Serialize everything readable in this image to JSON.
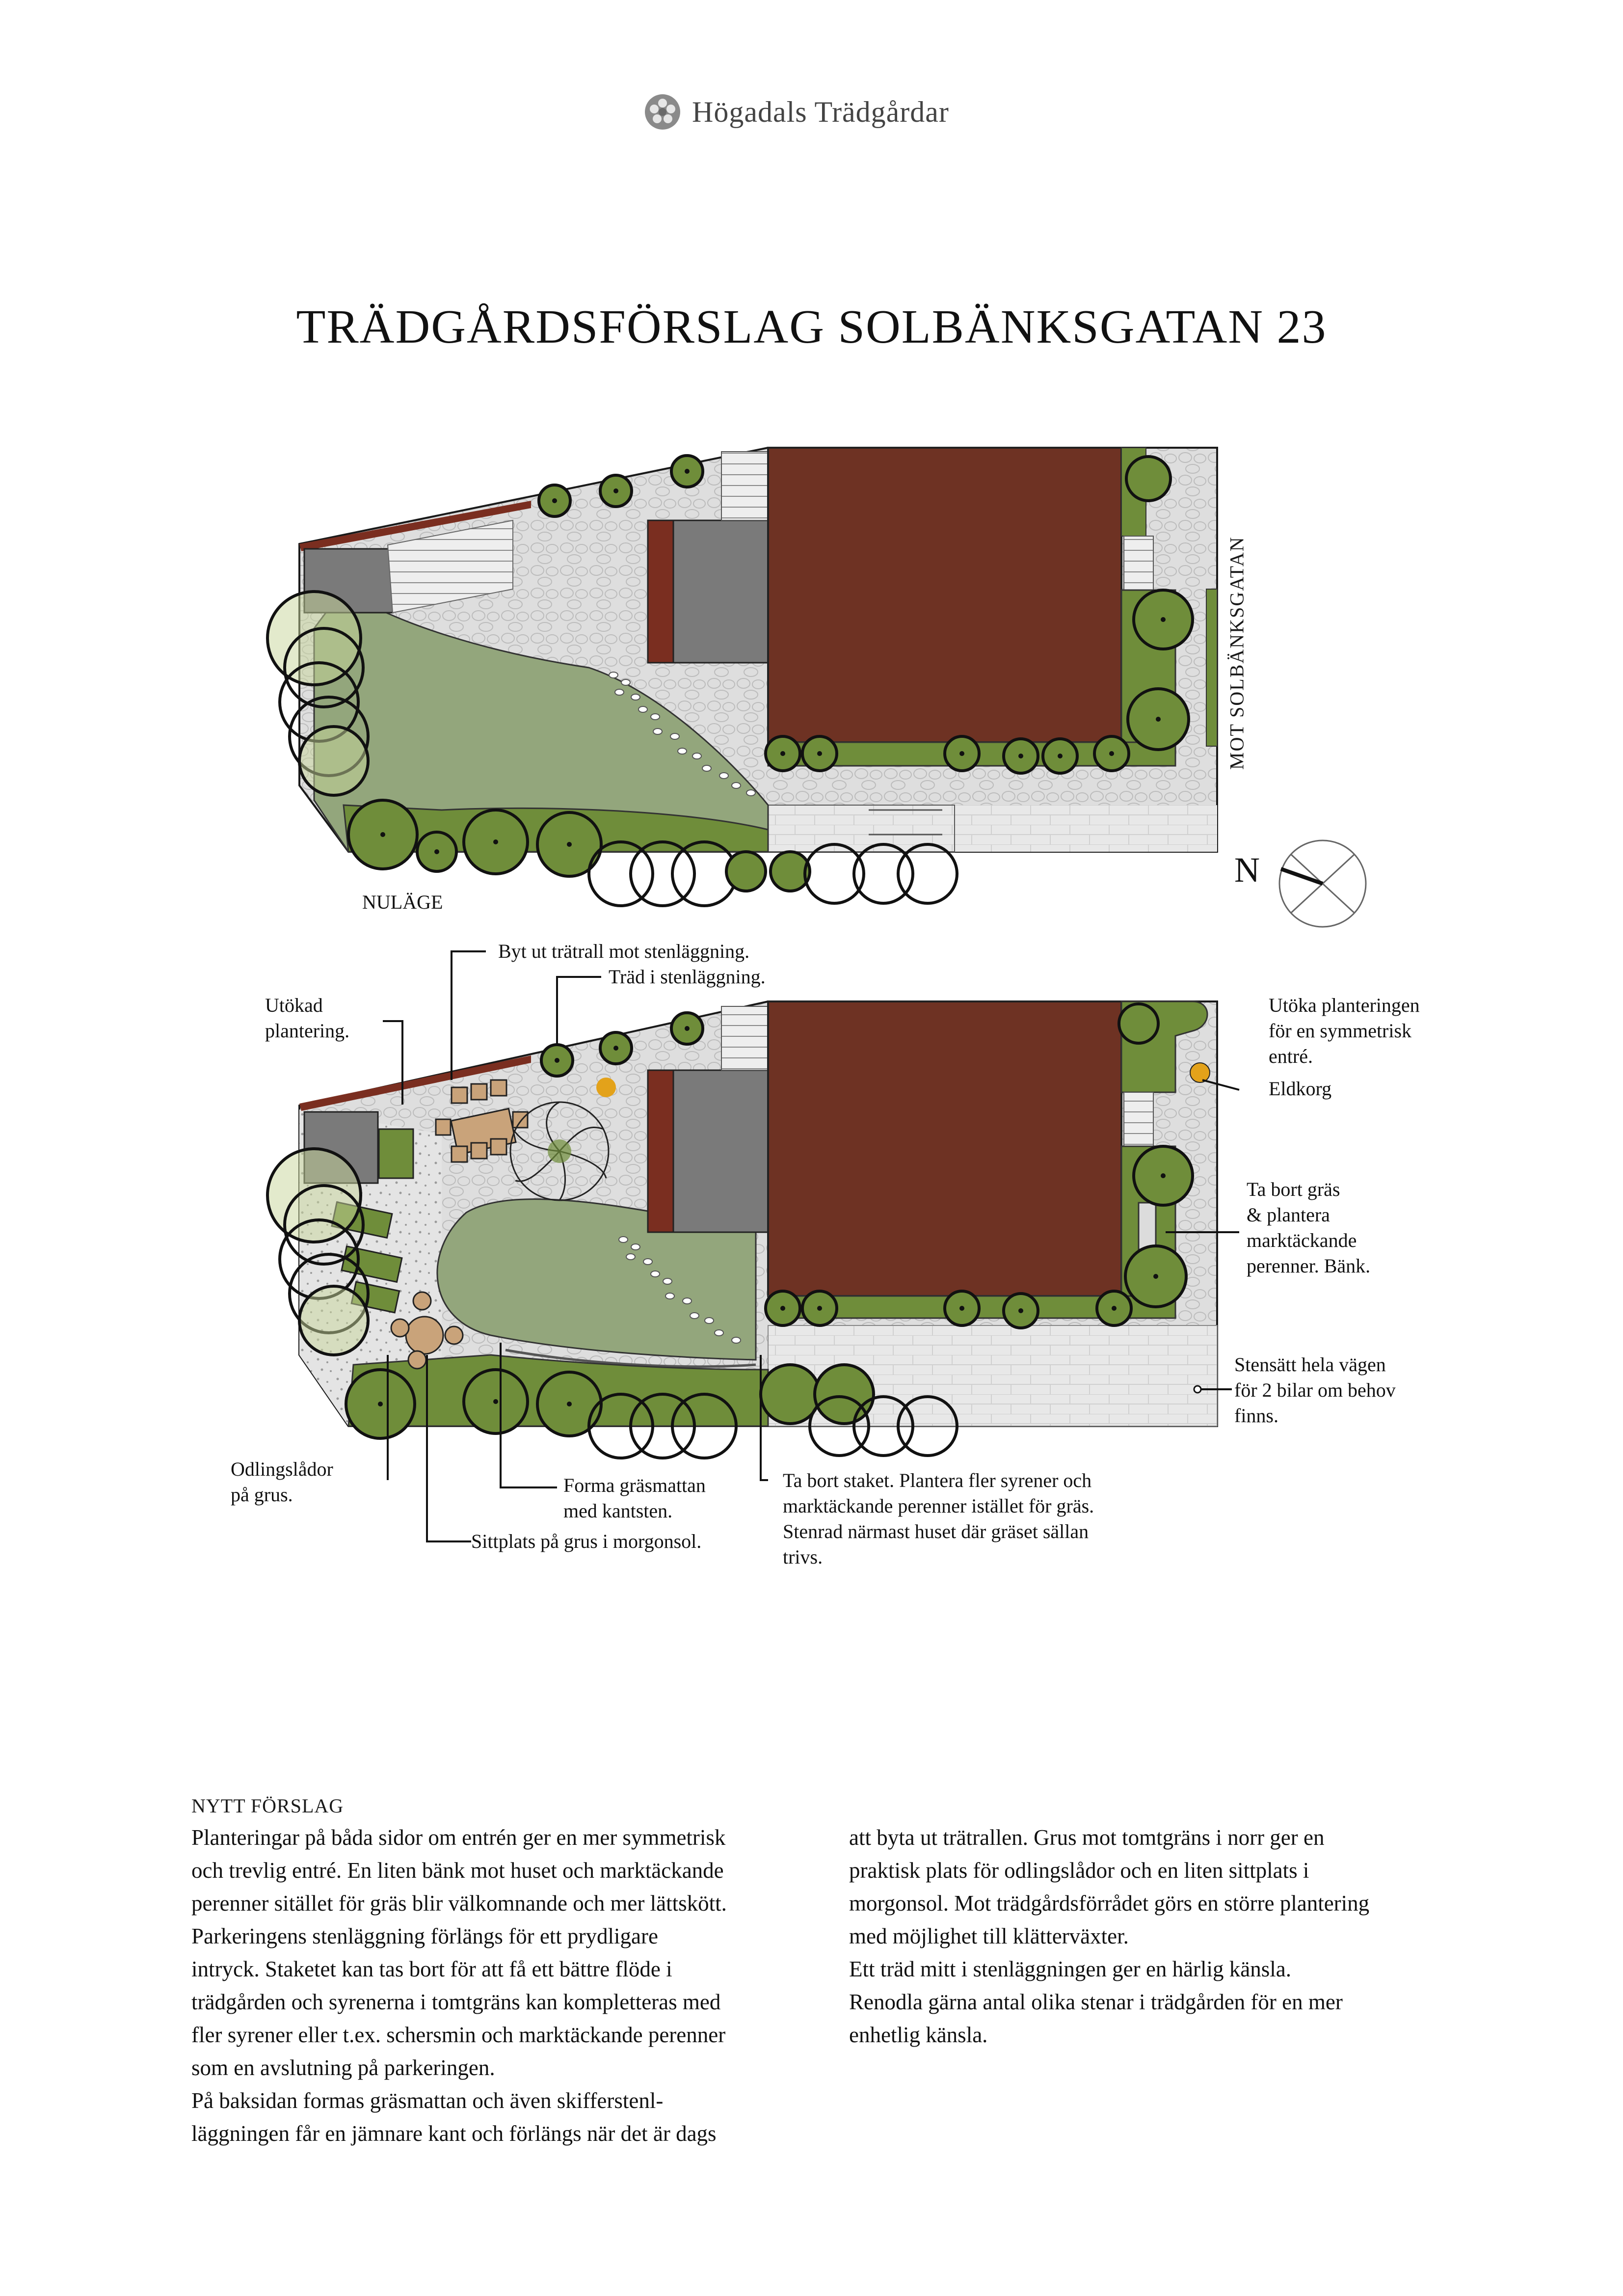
{
  "brand": {
    "name": "Högadals Trädgårdar",
    "icon": "flower-logo-icon"
  },
  "title": "TRÄDGÅRDSFÖRSLAG SOLBÄNKSGATAN 23",
  "plan_current": {
    "caption": "NULÄGE",
    "street_label": "MOT SOLBÄNKSGATAN",
    "compass": "N"
  },
  "plan_proposal": {
    "annotations": {
      "replace_deck": "Byt ut trätrall mot stenläggning.",
      "tree_paving": "Träd i stenläggning.",
      "extended_1": "Utökad",
      "extended_2": "plantering.",
      "entrance_1": "Utöka planteringen",
      "entrance_2": "för en symmetrisk",
      "entrance_3": "entré.",
      "fire_basket": "Eldkorg",
      "remove_grass_1": "Ta bort gräs",
      "remove_grass_2": "& plantera",
      "remove_grass_3": "marktäckande",
      "remove_grass_4": "perenner. Bänk.",
      "paving_1": "Stensätt hela vägen",
      "paving_2": "för 2 bilar om behov",
      "paving_3": "finns.",
      "boxes_1": "Odlingslådor",
      "boxes_2": "på grus.",
      "lawn_1": "Forma gräsmattan",
      "lawn_2": "med kantsten.",
      "seating": "Sittplats på grus i morgonsol.",
      "fence_1": "Ta bort staket. Plantera fler syrener och",
      "fence_2": "marktäckande perenner istället för gräs.",
      "fence_3": "Stenrad närmast huset där gräset sällan",
      "fence_4": "trivs."
    }
  },
  "description": {
    "heading": "NYTT FÖRSLAG",
    "left_lines": [
      "Planteringar på båda sidor om entrén ger en mer symmetrisk",
      "och trevlig entré. En liten bänk mot huset och marktäckande",
      "perenner sitället för gräs blir välkomnande och mer lättskött.",
      "Parkeringens stenläggning förlängs för ett prydligare",
      "intryck. Staketet kan tas bort för att få ett bättre flöde i",
      "trädgården och syrenerna i tomtgräns kan kompletteras med",
      "fler syrener eller t.ex. schersmin och marktäckande perenner",
      "som en avslutning på parkeringen.",
      "På baksidan formas gräsmattan och även skifferstenl-",
      "läggningen får en jämnare kant och förlängs när det är dags"
    ],
    "right_lines": [
      "att byta ut trätrallen. Grus mot tomtgräns i norr ger en",
      "praktisk plats för odlingslådor och en liten sittplats i",
      "morgonsol. Mot trädgårdsförrådet görs en större plantering",
      "med möjlighet till klätterväxter.",
      "Ett träd mitt i stenläggningen ger en härlig känsla.",
      "Renodla gärna antal olika stenar i trädgården för en mer",
      "enhetlig känsla."
    ]
  },
  "colors": {
    "house": "#6e3223",
    "lawn": "#93a67c",
    "planting": "#6f8d3a",
    "paving": "#dcdcdc",
    "shed": "#7a7a7a",
    "deck": "#7a2e20",
    "fire": "#e3a21a"
  }
}
